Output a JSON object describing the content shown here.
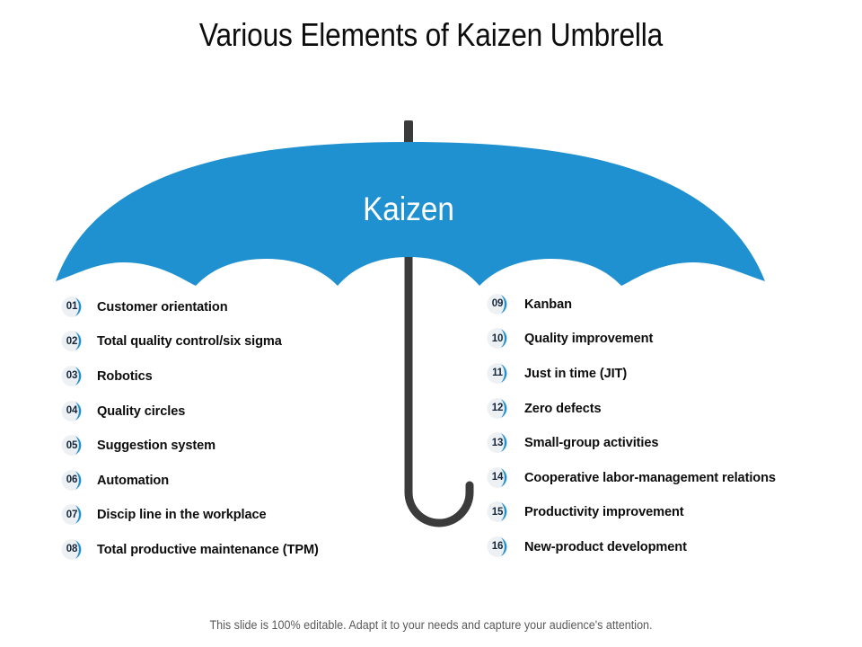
{
  "slide": {
    "title": "Various Elements of Kaizen Umbrella",
    "footer_note": "This slide is 100% editable. Adapt it to your needs and capture your audience's attention.",
    "background_color": "#ffffff"
  },
  "umbrella": {
    "center_label": "Kaizen",
    "canopy_color": "#1f90d0",
    "handle_color": "#3b3b3b",
    "label_color": "#ffffff"
  },
  "badge_style": {
    "fill_color": "#eef1f4",
    "arc_color": "#1f90d0",
    "number_color": "#15263a"
  },
  "left_column": {
    "items": [
      {
        "number": "01",
        "label": "Customer orientation"
      },
      {
        "number": "02",
        "label": "Total quality control/six sigma"
      },
      {
        "number": "03",
        "label": "Robotics"
      },
      {
        "number": "04",
        "label": "Quality  circles"
      },
      {
        "number": "05",
        "label": "Suggestion system"
      },
      {
        "number": "06",
        "label": "Automation"
      },
      {
        "number": "07",
        "label": "Discip line in the workplace"
      },
      {
        "number": "08",
        "label": "Total productive maintenance (TPM)"
      }
    ]
  },
  "right_column": {
    "items": [
      {
        "number": "09",
        "label": "Kanban"
      },
      {
        "number": "10",
        "label": "Quality improvement"
      },
      {
        "number": "11",
        "label": "Just in time (JIT)"
      },
      {
        "number": "12",
        "label": "Zero defects"
      },
      {
        "number": "13",
        "label": "Small-group activities"
      },
      {
        "number": "14",
        "label": "Cooperative labor-management relations"
      },
      {
        "number": "15",
        "label": "Productivity improvement"
      },
      {
        "number": "16",
        "label": "New-product development"
      }
    ]
  }
}
